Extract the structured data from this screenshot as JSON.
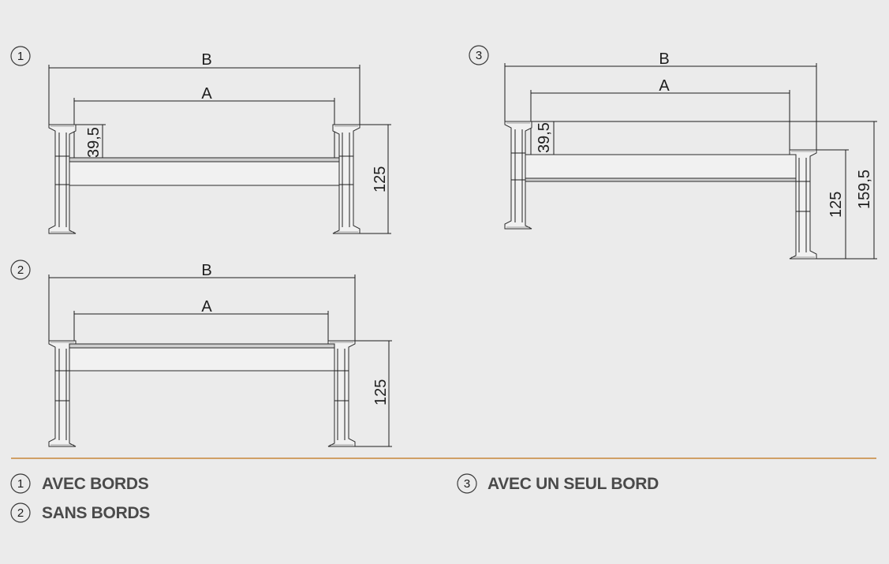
{
  "colors": {
    "background": "#ebebeb",
    "line": "#1e1e1e",
    "separator": "#c8873a",
    "legend_text": "#4a4a4a"
  },
  "figures": [
    {
      "number": "1",
      "label_b": "B",
      "label_a": "A",
      "dim_39_5": "39,5",
      "dim_125": "125"
    },
    {
      "number": "2",
      "label_b": "B",
      "label_a": "A",
      "dim_125": "125"
    },
    {
      "number": "3",
      "label_b": "B",
      "label_a": "A",
      "dim_39_5": "39,5",
      "dim_125": "125",
      "dim_159_5": "159,5"
    }
  ],
  "legend": [
    {
      "number": "1",
      "text": "AVEC BORDS"
    },
    {
      "number": "2",
      "text": "SANS BORDS"
    },
    {
      "number": "3",
      "text": "AVEC UN SEUL BORD"
    }
  ]
}
